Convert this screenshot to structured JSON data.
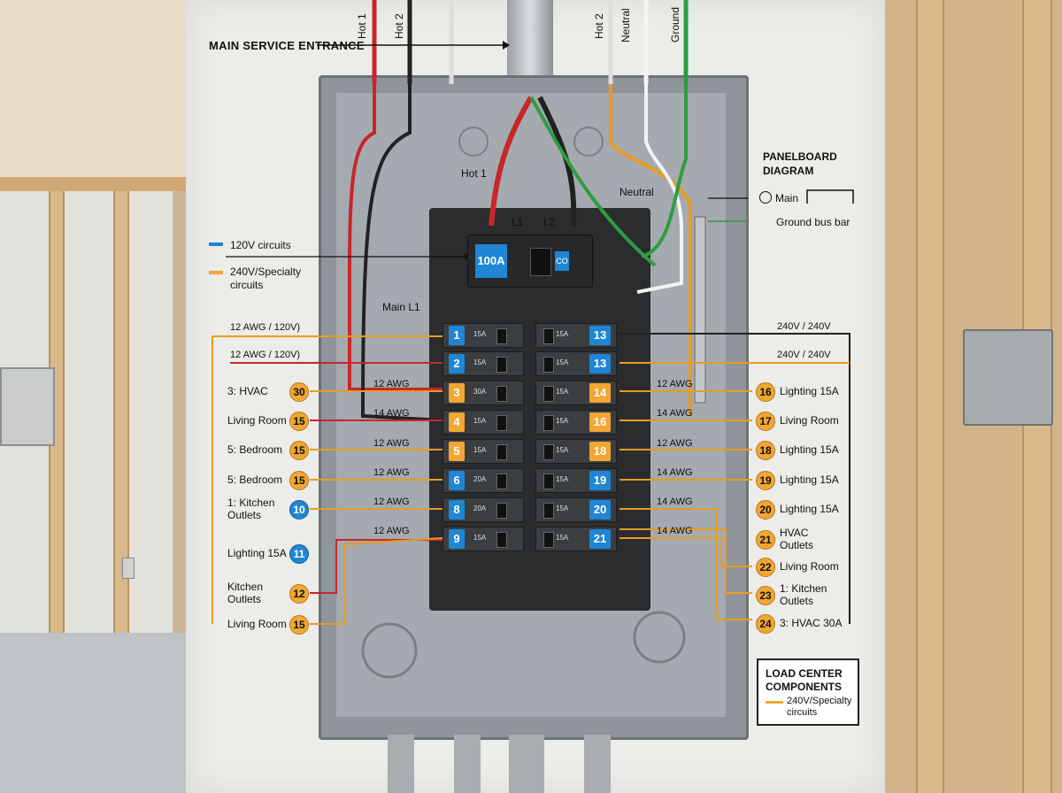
{
  "top_labels": {
    "main_service_entrance": "MAIN SERVICE ENTRANCE",
    "hot1": "Hot 1",
    "hot2": "Hot 2",
    "hot2_right": "Hot 2",
    "neutral_top": "Neutral",
    "ground_top": "Ground"
  },
  "panel_labels": {
    "hot1_inner": "Hot 1",
    "neutral_inner": "Neutral",
    "l1": "L1",
    "l2": "L2",
    "main_l1": "Main L1",
    "main_rating": "100A",
    "main_breaker_small": "CO"
  },
  "panelboard": {
    "title_line1": "PANELBOARD",
    "title_line2": "DIAGRAM",
    "main": "Main",
    "ground_bus": "Ground bus bar"
  },
  "legend_left": {
    "v120": "120V circuits",
    "v240_line1": "240V/Specialty",
    "v240_line2": "circuits"
  },
  "wire_labels_left": {
    "top1": "12 AWG / 120V)",
    "top2": "12 AWG / 120V)",
    "w3": "12 AWG",
    "w4": "14 AWG",
    "w5": "12 AWG",
    "w6": "12 AWG",
    "w8": "12 AWG",
    "w9": "12 AWG"
  },
  "wire_labels_right": {
    "top1": "240V / 240V",
    "top2": "240V / 240V",
    "w14": "12 AWG",
    "w16": "14 AWG",
    "w18": "12 AWG",
    "w19": "14 AWG",
    "w20": "14 AWG",
    "w21": "14 AWG"
  },
  "left_circuits": [
    {
      "label": "3: HVAC",
      "tag": "30",
      "color": "orange"
    },
    {
      "label": "Living Room",
      "tag": "15",
      "color": "orange"
    },
    {
      "label": "5: Bedroom",
      "tag": "15",
      "color": "orange"
    },
    {
      "label": "5: Bedroom",
      "tag": "15",
      "color": "orange"
    },
    {
      "label": "1: Kitchen",
      "label2": "Outlets",
      "tag": "10",
      "color": "blue"
    },
    {
      "label": "Lighting 15A",
      "tag": "11",
      "color": "blue"
    },
    {
      "label": "Kitchen",
      "label2": "Outlets",
      "tag": "12",
      "color": "orange"
    },
    {
      "label": "Living Room",
      "tag": "15",
      "color": "orange"
    }
  ],
  "right_circuits": [
    {
      "label": "Lighting 15A",
      "tag": "16"
    },
    {
      "label": "Living Room",
      "tag": "17"
    },
    {
      "label": "Lighting 15A",
      "tag": "18"
    },
    {
      "label": "Lighting 15A",
      "tag": "19"
    },
    {
      "label": "Lighting 15A",
      "tag": "20"
    },
    {
      "label": "HVAC",
      "label2": "Outlets",
      "tag": "21"
    },
    {
      "label": "Living Room",
      "tag": "22"
    },
    {
      "label": "1: Kitchen",
      "label2": "Outlets",
      "tag": "23"
    },
    {
      "label": "3: HVAC 30A",
      "tag": "24"
    }
  ],
  "breakers_left": [
    {
      "num": "1",
      "color": "blue",
      "text": "15A"
    },
    {
      "num": "2",
      "color": "blue",
      "text": "15A"
    },
    {
      "num": "3",
      "color": "orange",
      "text": "30A"
    },
    {
      "num": "4",
      "color": "orange",
      "text": "15A"
    },
    {
      "num": "5",
      "color": "orange",
      "text": "15A"
    },
    {
      "num": "6",
      "color": "blue",
      "text": "20A"
    },
    {
      "num": "8",
      "color": "blue",
      "text": "20A"
    },
    {
      "num": "9",
      "color": "blue",
      "text": "15A"
    }
  ],
  "breakers_right": [
    {
      "num": "13",
      "color": "blue",
      "text": "15A"
    },
    {
      "num": "13",
      "color": "blue",
      "text": "15A"
    },
    {
      "num": "14",
      "color": "orange",
      "text": "15A"
    },
    {
      "num": "16",
      "color": "orange",
      "text": "15A"
    },
    {
      "num": "18",
      "color": "orange",
      "text": "15A"
    },
    {
      "num": "19",
      "color": "blue",
      "text": "15A"
    },
    {
      "num": "20",
      "color": "blue",
      "text": "15A"
    },
    {
      "num": "21",
      "color": "blue",
      "text": "15A"
    }
  ],
  "legend_box": {
    "title_line1": "LOAD CENTER",
    "title_line2": "COMPONENTS",
    "item_line1": "240V/Specialty",
    "item_line2": "circuits"
  },
  "colors": {
    "blue": "#1e86d4",
    "orange": "#f1a731",
    "hot_red": "#c8262a",
    "neutral_white": "#f4f4f4",
    "ground_green": "#2e9d3e"
  }
}
